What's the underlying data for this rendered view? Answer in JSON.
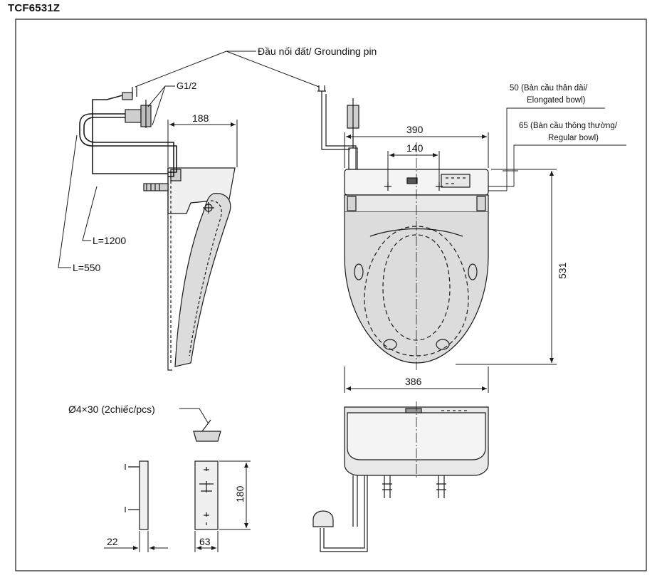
{
  "model_code": "TCF6531Z",
  "callouts": {
    "grounding_pin": "Đầu nối đất/ Grounding pin",
    "thread": "G1/2",
    "elongated_line1": "50 (Bàn cầu thân dài/",
    "elongated_line2": "Elongated bowl)",
    "regular_line1": "65 (Bàn cầu thông thường/",
    "regular_line2": "Regular bowl)",
    "hose_long": "L=1200",
    "hose_short": "L=550",
    "screws": "Ø4×30 (2chiếc/pcs)"
  },
  "dimensions": {
    "side_depth": "188",
    "top_width": "390",
    "hole_spacing": "140",
    "length": "531",
    "bottom_width": "386",
    "bracket_height": "180",
    "bracket_width": "63",
    "bracket_thickness": "22"
  },
  "colors": {
    "line": "#1a1a1a",
    "seat_fill": "#dcdcdc",
    "body_fill": "#f0f0f0"
  }
}
